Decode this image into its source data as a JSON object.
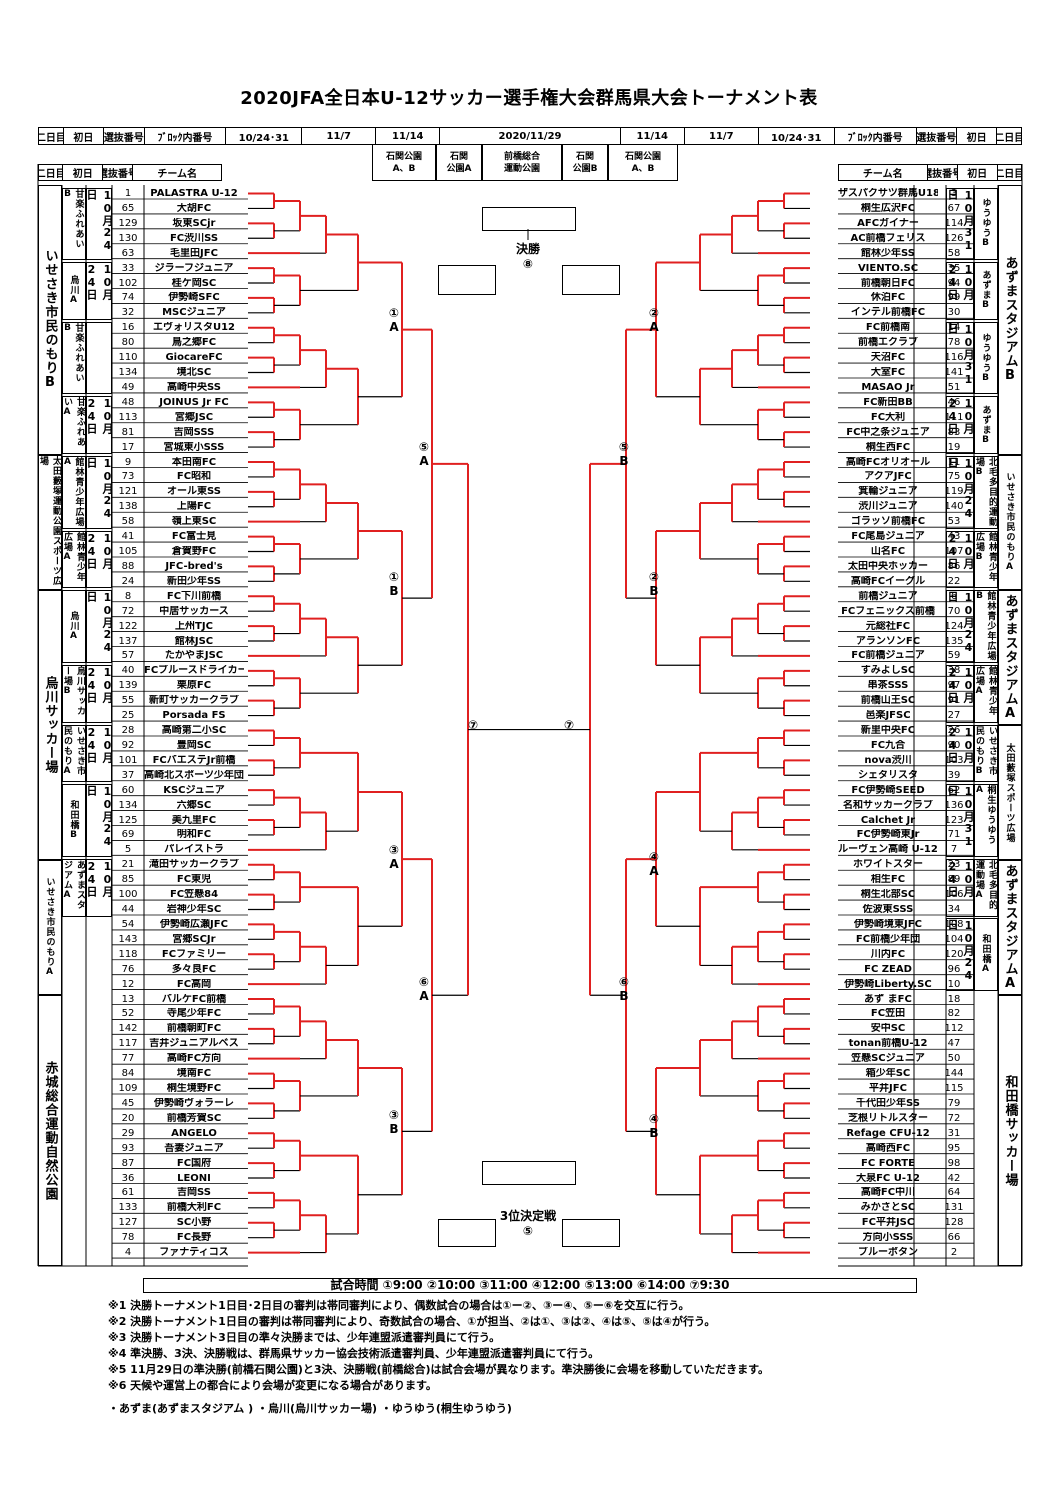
{
  "title": "2020JFA全日本U-12サッカー選手権大会群馬県大会トーナメント表",
  "header": {
    "left": [
      "二日目",
      "初日",
      "選抜番号",
      "ﾌﾞﾛｯｸ内番号",
      "10/24･31",
      "11/7",
      "11/14"
    ],
    "center": "2020/11/29",
    "right": [
      "11/14",
      "11/7",
      "10/24･31",
      "ﾌﾞﾛｯｸ内番号",
      "選抜番号",
      "初日",
      "二日目"
    ]
  },
  "venues": [
    "石関公園\nA、B",
    "石関\n公園A",
    "前橋総合\n運動公園",
    "石関\n公園B",
    "石関公園\nA、B"
  ],
  "subheader": {
    "left": [
      "二日目",
      "初日",
      "選抜番号",
      "チーム名"
    ],
    "right": [
      "チーム名",
      "選抜番号",
      "初日",
      "二日目"
    ]
  },
  "left_teams": [
    {
      "b": "1",
      "n": "PALASTRA U-12"
    },
    {
      "b": "65",
      "n": "大胡FC"
    },
    {
      "b": "129",
      "n": "坂東SCjr"
    },
    {
      "b": "130",
      "n": "FC渋川SS"
    },
    {
      "b": "63",
      "n": "毛里田JFC"
    },
    {
      "b": "33",
      "n": "ジラーフジュニア"
    },
    {
      "b": "102",
      "n": "桂ケ岡SC"
    },
    {
      "b": "74",
      "n": "伊勢崎SFC"
    },
    {
      "b": "32",
      "n": "MSCジュニア"
    },
    {
      "b": "16",
      "n": "エヴォリスタU12"
    },
    {
      "b": "80",
      "n": "鳥之郷FC"
    },
    {
      "b": "110",
      "n": "GiocareFC"
    },
    {
      "b": "134",
      "n": "境北SC"
    },
    {
      "b": "49",
      "n": "高崎中央SS"
    },
    {
      "b": "48",
      "n": "JOINUS Jr FC"
    },
    {
      "b": "113",
      "n": "宮郷JSC"
    },
    {
      "b": "81",
      "n": "吉岡SSS"
    },
    {
      "b": "17",
      "n": "宮城東小SSS"
    },
    {
      "b": "9",
      "n": "本田南FC"
    },
    {
      "b": "73",
      "n": "FC昭和"
    },
    {
      "b": "121",
      "n": "オール東SS"
    },
    {
      "b": "138",
      "n": "上陽FC"
    },
    {
      "b": "58",
      "n": "嶺上東SC"
    },
    {
      "b": "41",
      "n": "FC富士見"
    },
    {
      "b": "105",
      "n": "倉賀野FC"
    },
    {
      "b": "88",
      "n": "JFC-bred's"
    },
    {
      "b": "24",
      "n": "新田少年SS"
    },
    {
      "b": "8",
      "n": "FC下川前橋"
    },
    {
      "b": "72",
      "n": "中居サッカース"
    },
    {
      "b": "122",
      "n": "上州TJC"
    },
    {
      "b": "137",
      "n": "館林JSC"
    },
    {
      "b": "57",
      "n": "たかやまJSC"
    },
    {
      "b": "40",
      "n": "FCブルースドライカーズ"
    },
    {
      "b": "139",
      "n": "栗原FC"
    },
    {
      "b": "55",
      "n": "新町サッカークラブ"
    },
    {
      "b": "25",
      "n": "Porsada FS"
    },
    {
      "b": "28",
      "n": "高崎第二小SC"
    },
    {
      "b": "92",
      "n": "豊岡SC"
    },
    {
      "b": "101",
      "n": "FCバエステJr前橋"
    },
    {
      "b": "37",
      "n": "高崎北スポーツ少年団"
    },
    {
      "b": "60",
      "n": "KSCジュニア"
    },
    {
      "b": "134",
      "n": "六郷SC"
    },
    {
      "b": "125",
      "n": "美九里FC"
    },
    {
      "b": "69",
      "n": "明和FC"
    },
    {
      "b": "5",
      "n": "パレイストラ"
    },
    {
      "b": "21",
      "n": "滝田サッカークラブ"
    },
    {
      "b": "85",
      "n": "FC東児"
    },
    {
      "b": "100",
      "n": "FC笠懸84"
    },
    {
      "b": "44",
      "n": "岩神少年SC"
    },
    {
      "b": "54",
      "n": "伊勢崎広瀬JFC"
    },
    {
      "b": "143",
      "n": "宮郷SCJr"
    },
    {
      "b": "118",
      "n": "FCファミリー"
    },
    {
      "b": "76",
      "n": "多々良FC"
    },
    {
      "b": "12",
      "n": "FC高岡"
    },
    {
      "b": "13",
      "n": "バルケFC前橋"
    },
    {
      "b": "52",
      "n": "寺尾少年FC"
    },
    {
      "b": "142",
      "n": "前橋朝町FC"
    },
    {
      "b": "117",
      "n": "吉井ジュニアルベス"
    },
    {
      "b": "77",
      "n": "高崎FC方向"
    },
    {
      "b": "84",
      "n": "境南FC"
    },
    {
      "b": "109",
      "n": "桐生境野FC"
    },
    {
      "b": "45",
      "n": "伊勢崎ヴォラーレ"
    },
    {
      "b": "20",
      "n": "前橋芳賀SC"
    },
    {
      "b": "29",
      "n": "ANGELO"
    },
    {
      "b": "93",
      "n": "吾妻ジュニア"
    },
    {
      "b": "87",
      "n": "FC国府"
    },
    {
      "b": "36",
      "n": "LEONI"
    },
    {
      "b": "61",
      "n": "吉岡SS"
    },
    {
      "b": "133",
      "n": "前橋大利FC"
    },
    {
      "b": "127",
      "n": "SC小野"
    },
    {
      "b": "78",
      "n": "FC長野"
    },
    {
      "b": "4",
      "n": "ファナティコス"
    }
  ],
  "right_teams": [
    {
      "b": "3",
      "n": "ザスパクサツ群馬U18"
    },
    {
      "b": "67",
      "n": "桐生広沢FC"
    },
    {
      "b": "114",
      "n": "AFCガイナー"
    },
    {
      "b": "126",
      "n": "AC前橋フェリス"
    },
    {
      "b": "58",
      "n": "館林少年SS"
    },
    {
      "b": "35",
      "n": "VIENTO.SC"
    },
    {
      "b": "94",
      "n": "前橋朝日FC"
    },
    {
      "b": "99",
      "n": "休泊FC"
    },
    {
      "b": "30",
      "n": "インテル前橋FC"
    },
    {
      "b": "14",
      "n": "FC前橋南"
    },
    {
      "b": "78",
      "n": "前橋エクラブ"
    },
    {
      "b": "116",
      "n": "天沼FC"
    },
    {
      "b": "141",
      "n": "大室FC"
    },
    {
      "b": "51",
      "n": "MASAO Jr"
    },
    {
      "b": "46",
      "n": "FC新田BB"
    },
    {
      "b": "111",
      "n": "FC大利"
    },
    {
      "b": "83",
      "n": "FC中之条ジュニア"
    },
    {
      "b": "19",
      "n": "桐生西FC"
    },
    {
      "b": "11",
      "n": "高崎FCオリオール"
    },
    {
      "b": "75",
      "n": "アクアJFC"
    },
    {
      "b": "119",
      "n": "箕輪ジュニア"
    },
    {
      "b": "140",
      "n": "渋川ジュニア"
    },
    {
      "b": "53",
      "n": "ゴラッソ前橋FC"
    },
    {
      "b": "43",
      "n": "FC尾島ジュニア"
    },
    {
      "b": "107",
      "n": "山名FC"
    },
    {
      "b": "86",
      "n": "太田中央ホッカー"
    },
    {
      "b": "22",
      "n": "高崎FCイーグル"
    },
    {
      "b": "6",
      "n": "前橋ジュニア"
    },
    {
      "b": "70",
      "n": "FCフェニックス前橋"
    },
    {
      "b": "124",
      "n": "元総社FC"
    },
    {
      "b": "135",
      "n": "アランソンFC"
    },
    {
      "b": "59",
      "n": "FC前橋ジュニア"
    },
    {
      "b": "38",
      "n": "すみよしSC"
    },
    {
      "b": "97",
      "n": "串茶SSS"
    },
    {
      "b": "91",
      "n": "前橋山王SC"
    },
    {
      "b": "27",
      "n": "邑楽JFSC"
    },
    {
      "b": "26",
      "n": "新里中央FC"
    },
    {
      "b": "90",
      "n": "FC九合"
    },
    {
      "b": "103",
      "n": "nova渋川"
    },
    {
      "b": "39",
      "n": "シェタリスタ"
    },
    {
      "b": "62",
      "n": "FC伊勢崎SEED"
    },
    {
      "b": "136",
      "n": "名和サッカークラブ"
    },
    {
      "b": "123",
      "n": "Calchet Jr"
    },
    {
      "b": "71",
      "n": "FC伊勢崎東Jr"
    },
    {
      "b": "7",
      "n": "ルーヴェン高崎 U-12"
    },
    {
      "b": "23",
      "n": "ホワイトスター"
    },
    {
      "b": "89",
      "n": "相生FC"
    },
    {
      "b": "106",
      "n": "桐生北部SC"
    },
    {
      "b": "34",
      "n": "佐波東SSS"
    },
    {
      "b": "108",
      "n": "伊勢崎境東JFC"
    },
    {
      "b": "104",
      "n": "FC前橋少年団"
    },
    {
      "b": "120",
      "n": "川内FC"
    },
    {
      "b": "96",
      "n": "FC ZEAD"
    },
    {
      "b": "10",
      "n": "伊勢崎Liberty.SC"
    },
    {
      "b": "18",
      "n": "あず まFC"
    },
    {
      "b": "82",
      "n": "FC笠田"
    },
    {
      "b": "112",
      "n": "安中SC"
    },
    {
      "b": "47",
      "n": "tonan前橋U-12"
    },
    {
      "b": "50",
      "n": "笠懸SCジュニア"
    },
    {
      "b": "144",
      "n": "箱少年SC"
    },
    {
      "b": "115",
      "n": "平井JFC"
    },
    {
      "b": "79",
      "n": "千代田少年SS"
    },
    {
      "b": "72",
      "n": "芝根リトルスター"
    },
    {
      "b": "31",
      "n": "Refage CFU-12"
    },
    {
      "b": "95",
      "n": "高崎西FC"
    },
    {
      "b": "98",
      "n": "FC FORTE"
    },
    {
      "b": "42",
      "n": "大泉FC U-12"
    },
    {
      "b": "64",
      "n": "高崎FC中川"
    },
    {
      "b": "131",
      "n": "みかさとSC"
    },
    {
      "b": "128",
      "n": "FC平井JSC"
    },
    {
      "b": "66",
      "n": "方向小SSS"
    },
    {
      "b": "2",
      "n": "ブルーボタン"
    }
  ],
  "left_blocks": [
    {
      "area": "いせさき市民のもりB",
      "sub": "甘楽ふれあいB",
      "date": "10月24日"
    },
    {
      "area": "",
      "sub": "烏川A",
      "date": "10月24日"
    },
    {
      "area": "",
      "sub": "甘楽ふれあいB",
      "date": ""
    },
    {
      "area": "太田藪塚運動公園スポーツ広場",
      "sub": "甘楽ふれあいA",
      "date": "10月24日"
    },
    {
      "area": "",
      "sub": "館林青少年広場A",
      "date": "10月24日"
    },
    {
      "area": "烏川サッカー場",
      "sub": "館林青少年広場A",
      "date": "10月24日"
    },
    {
      "area": "",
      "sub": "烏川A",
      "date": "10月24日"
    },
    {
      "area": "",
      "sub": "烏川サッカー場B",
      "date": "10月24日"
    },
    {
      "area": "いせさき市民のもりA",
      "sub": "いせさき市民のもりA",
      "date": "10月24日"
    },
    {
      "area": "赤城総合運動自然公園",
      "sub": "和田橋B",
      "date": "10月24日"
    },
    {
      "area": "",
      "sub": "あずまスタジアムA",
      "date": "10月24日"
    }
  ],
  "right_blocks": [
    {
      "area": "あずまスタジアムB",
      "sub": "ゆうゆうB",
      "date": "10月31日"
    },
    {
      "area": "",
      "sub": "あずまB",
      "date": "10月24日"
    },
    {
      "area": "",
      "sub": "ゆうゆうB",
      "date": "10月31日"
    },
    {
      "area": "",
      "sub": "あずまB",
      "date": "10月24日"
    },
    {
      "area": "いせさき市民のもりA",
      "sub": "北毛多目的運動場B",
      "date": "10月24日"
    },
    {
      "area": "",
      "sub": "館林青少年広場B",
      "date": "10月24日"
    },
    {
      "area": "あずまスタジアムA",
      "sub": "館林青少年広場B",
      "date": "10月24日"
    },
    {
      "area": "",
      "sub": "館林青少年広場A",
      "date": "10月24日"
    },
    {
      "area": "太田藪塚スポーツ広場",
      "sub": "いせさき市民のもりB",
      "date": "10月24日"
    },
    {
      "area": "あずまスタジアムA",
      "sub": "桐生ゆうゆうA",
      "date": "10月31日"
    },
    {
      "area": "和田橋サッカー場",
      "sub": "北毛多目的運動場A",
      "date": "10月24日"
    },
    {
      "area": "",
      "sub": "和田橋A",
      "date": "10月24日"
    }
  ],
  "rounds_left": [
    "①",
    "②",
    "③",
    "④",
    "⑤",
    "⑥"
  ],
  "final": {
    "label": "決勝",
    "num": "⑧"
  },
  "third": {
    "label": "3位決定戦",
    "num": "⑤"
  },
  "semi": [
    "⑦",
    "⑦"
  ],
  "qf_left": [
    {
      "n": "⑤",
      "g": "A"
    },
    {
      "n": "⑥",
      "g": "A"
    }
  ],
  "qf_right": [
    {
      "n": "⑤",
      "g": "B"
    },
    {
      "n": "⑥",
      "g": "B"
    }
  ],
  "r16_left": [
    {
      "n": "①",
      "g": "A"
    },
    {
      "n": "①",
      "g": "B"
    },
    {
      "n": "③",
      "g": "A"
    },
    {
      "n": "③",
      "g": "B"
    }
  ],
  "r16_right": [
    {
      "n": "②",
      "g": "A"
    },
    {
      "n": "②",
      "g": "B"
    },
    {
      "n": "④",
      "g": "A"
    },
    {
      "n": "④",
      "g": "B"
    }
  ],
  "times": "試合時間 ①9:00 ②10:00 ③11:00 ④12:00 ⑤13:00 ⑥14:00 ⑦9:30",
  "notes": [
    "※1 決勝トーナメント1日目･2日目の審判は帯同審判により、偶数試合の場合は①ー②、③ー④、⑤ー⑥を交互に行う。",
    "※2 決勝トーナメント1日目の審判は帯同審判により、奇数試合の場合、①が担当、②は①、③は②、④は⑤、⑤は④が行う。",
    "※3 決勝トーナメント3日目の準々決勝までは、少年連盟派遣審判員にて行う。",
    "※4 準決勝、3決、決勝戦は、群馬県サッカー協会技術派遣審判員、少年連盟派遣審判員にて行う。",
    "※5 11月29日の準決勝(前橋石関公園)と3決、決勝戦(前橋総合)は試合会場が異なります。準決勝後に会場を移動していただきます。",
    "※6 天候や運営上の都合により会場が変更になる場合があります。"
  ],
  "legend": "・あずま(あずまスタジアム ) ・烏川(烏川サッカー場) ・ゆうゆう(桐生ゆうゆう)"
}
